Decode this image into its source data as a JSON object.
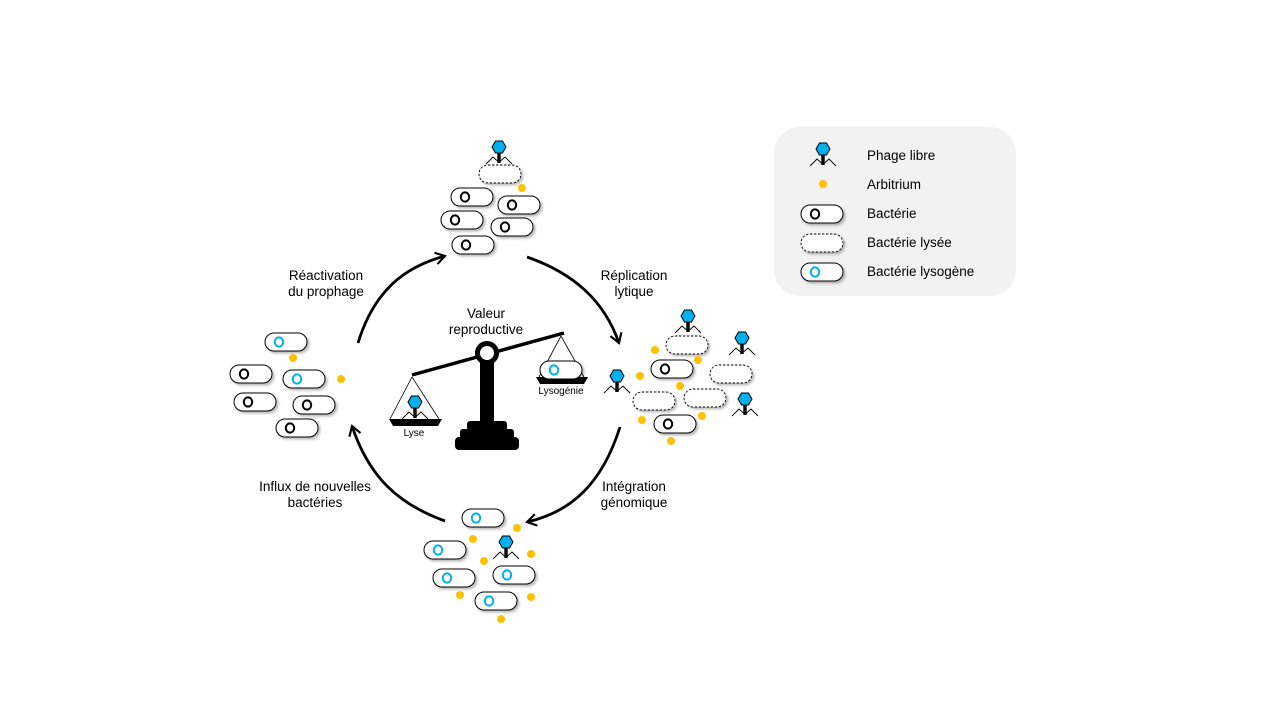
{
  "title": {
    "line1": "Valeur",
    "line2": "reproductive"
  },
  "balance": {
    "left_label": "Lyse",
    "right_label": "Lysogénie"
  },
  "stages": {
    "reactivation": {
      "line1": "Réactivation",
      "line2": "du prophage"
    },
    "replication": {
      "line1": "Réplication",
      "line2": "lytique"
    },
    "integration": {
      "line1": "Intégration",
      "line2": "génomique"
    },
    "influx": {
      "line1": "Influx de nouvelles",
      "line2": "bactéries"
    }
  },
  "legend": {
    "items": [
      {
        "icon": "phage-icon",
        "label": "Phage libre"
      },
      {
        "icon": "arbitrium-icon",
        "label": "Arbitrium"
      },
      {
        "icon": "bacterium-icon",
        "label": "Bactérie"
      },
      {
        "icon": "lysed-bacterium-icon",
        "label": "Bactérie lysée"
      },
      {
        "icon": "lysogen-bacterium-icon",
        "label": "Bactérie lysogène"
      }
    ]
  },
  "colors": {
    "phage": "#00b0f0",
    "arbitrium": "#ffc000",
    "lysogen_ring": "#00b0f0",
    "outline": "#000000",
    "legend_bg": "#f2f2f2"
  }
}
